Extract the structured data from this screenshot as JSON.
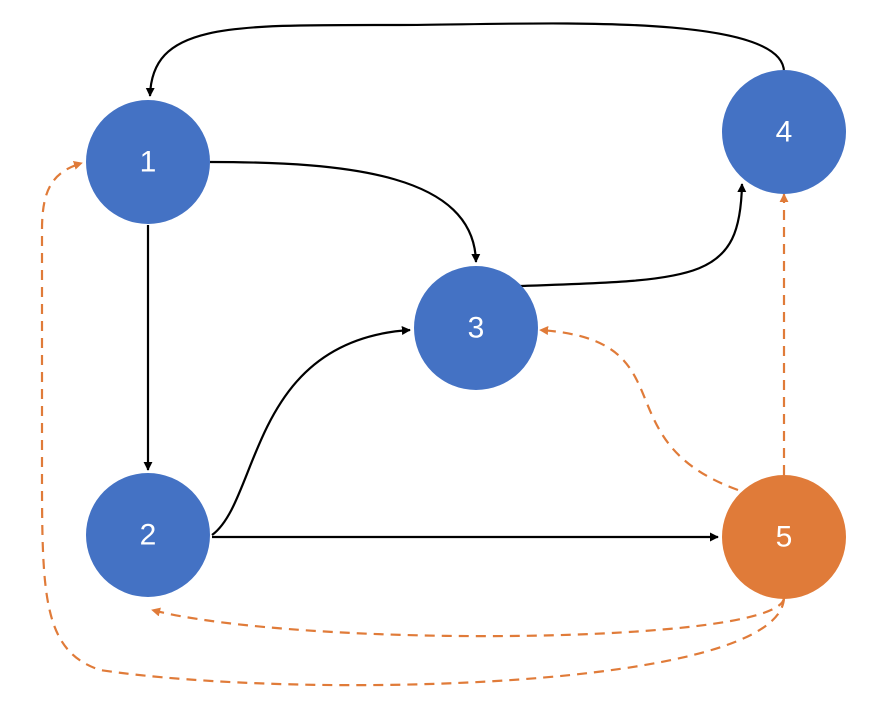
{
  "colors": {
    "node_fill": "#4472C4",
    "highlight_fill": "#E07B39",
    "solid_edge": "#000000",
    "dashed_edge": "#E07B39",
    "label": "#FFFFFF"
  },
  "nodes": [
    {
      "id": "1",
      "label": "1",
      "style": "primary"
    },
    {
      "id": "2",
      "label": "2",
      "style": "primary"
    },
    {
      "id": "3",
      "label": "3",
      "style": "primary"
    },
    {
      "id": "4",
      "label": "4",
      "style": "primary"
    },
    {
      "id": "5",
      "label": "5",
      "style": "highlight"
    }
  ],
  "edges": [
    {
      "from": "1",
      "to": "3",
      "style": "solid"
    },
    {
      "from": "1",
      "to": "2",
      "style": "solid"
    },
    {
      "from": "2",
      "to": "3",
      "style": "solid"
    },
    {
      "from": "2",
      "to": "5",
      "style": "solid"
    },
    {
      "from": "3",
      "to": "4",
      "style": "solid"
    },
    {
      "from": "4",
      "to": "1",
      "style": "solid"
    },
    {
      "from": "5",
      "to": "3",
      "style": "dashed"
    },
    {
      "from": "5",
      "to": "4",
      "style": "dashed"
    },
    {
      "from": "5",
      "to": "2",
      "style": "dashed"
    },
    {
      "from": "5",
      "to": "1",
      "style": "dashed"
    }
  ]
}
